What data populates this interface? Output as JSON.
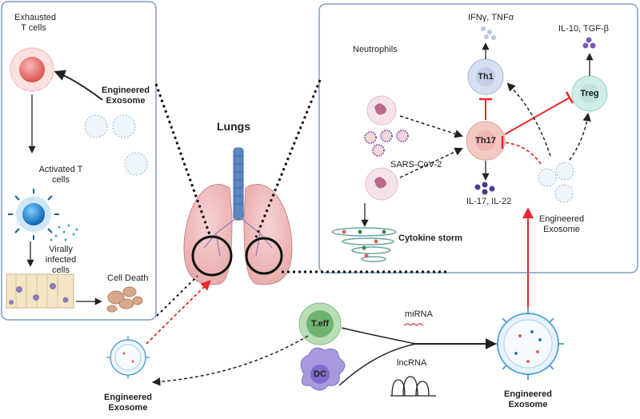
{
  "left_panel": {
    "exhausted_t_cells": "Exhausted\nT cells",
    "activated_t_cells": "Activated T\ncells",
    "virally_infected_cells": "Virally\ninfected\ncells",
    "cell_death": "Cell Death",
    "engineered_exosome": "Engineered\nExosome"
  },
  "center": {
    "lungs": "Lungs"
  },
  "right_panel": {
    "neutrophils": "Neutrophils",
    "sars_cov_2": "SARS-CoV-2",
    "cytokine_storm": "Cytokine storm",
    "th1": "Th1",
    "th17": "Th17",
    "treg": "Treg",
    "ifn_tnf": "IFNγ, TNFα",
    "il10_tgfb": "IL-10, TGF-β",
    "il17_il22": "IL-17, IL-22",
    "engineered_exosome": "Engineered\nExosome"
  },
  "bottom": {
    "t_eff": "T.eff",
    "dc": "DC",
    "mirna": "miRNA",
    "lncrna": "lncRNA",
    "engineered_exosome_left": "Engineered\nExosome",
    "engineered_exosome_right": "Engineered\nExosome"
  },
  "colors": {
    "panel_border": "#7b9cc4",
    "red_arrow": "#e8262a",
    "th_cell": "#d7e0ef",
    "th17_cell": "#f3c9c4",
    "treg_cell": "#cfeee8",
    "teff_cell": "#7fbf7f",
    "dc_cell": "#9c8ed8"
  }
}
